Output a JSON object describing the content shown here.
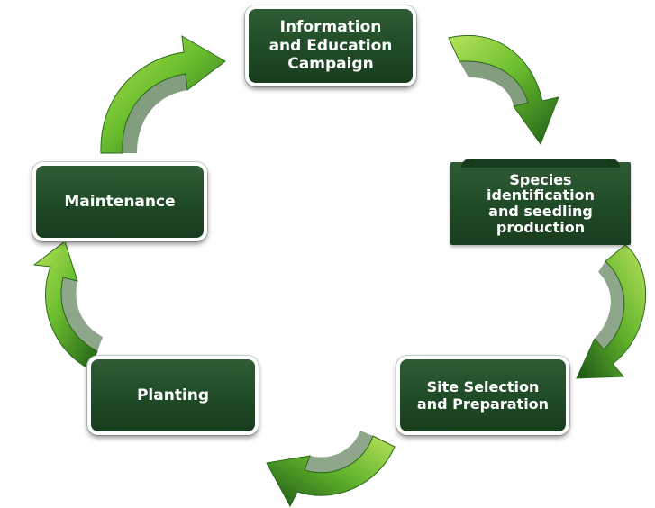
{
  "diagram": {
    "steps": [
      {
        "label_lines": [
          "Information",
          "and Education",
          "Campaign"
        ]
      },
      {
        "label_lines": [
          "Species",
          "identification",
          "and seedling",
          "production"
        ]
      },
      {
        "label_lines": [
          "Site Selection",
          "and Preparation"
        ]
      },
      {
        "label_lines": [
          "Planting"
        ]
      },
      {
        "label_lines": [
          "Maintenance"
        ]
      }
    ],
    "colors": {
      "box_fill": "#1f4a26",
      "box_border": "#ffffff",
      "arrow_light": "#8ed13c",
      "arrow_dark": "#2a6a1c",
      "text": "#ffffff"
    },
    "arrow_icon": "curved-arrow-icon"
  }
}
